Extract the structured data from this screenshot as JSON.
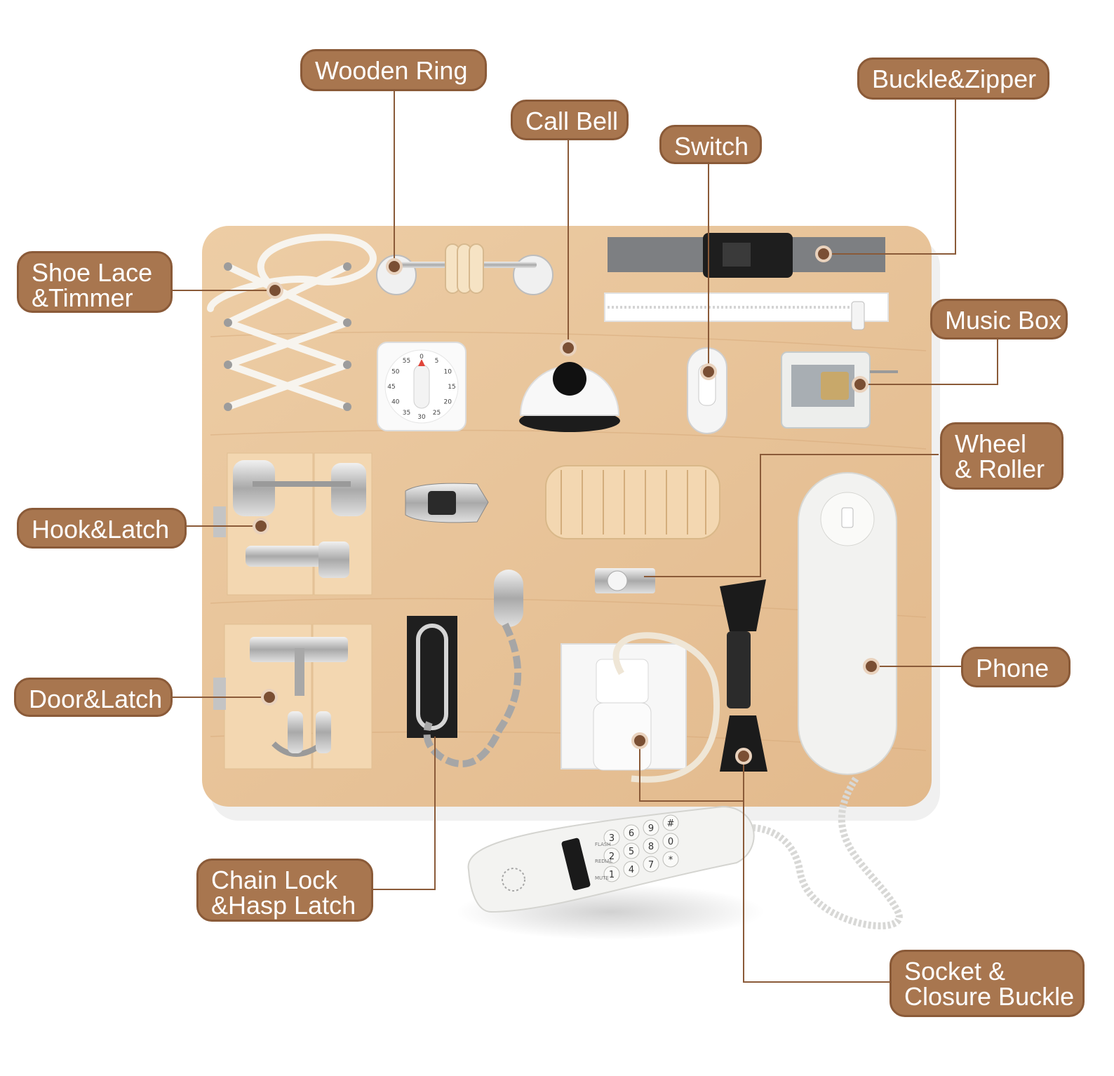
{
  "colors": {
    "label_fill": "#a8764f",
    "label_border": "#8a5a38",
    "leader_line": "#8a5a38",
    "marker_dot": "#7a4f34",
    "board_wood": "#e9c49a",
    "block_wood": "#efd0a8"
  },
  "labels": {
    "wooden_ring": "Wooden Ring",
    "call_bell": "Call Bell",
    "switch": "Switch",
    "buckle_zipper": "Buckle&Zipper",
    "shoe_lace_1": "Shoe Lace",
    "shoe_lace_2": "&Timmer",
    "music_box": "Music Box",
    "wheel_roller_1": "Wheel",
    "wheel_roller_2": "& Roller",
    "hook_latch": "Hook&Latch",
    "door_latch": "Door&Latch",
    "phone": "Phone",
    "chain_lock_1": "Chain Lock",
    "chain_lock_2": "&Hasp Latch",
    "socket_1": "Socket &",
    "socket_2": "Closure Buckle"
  },
  "timer": {
    "ticks": [
      "0",
      "5",
      "10",
      "15",
      "20",
      "25",
      "30",
      "35",
      "40",
      "45",
      "50",
      "55"
    ]
  },
  "phone_keys": [
    "1",
    "2",
    "3",
    "4",
    "5",
    "6",
    "7",
    "8",
    "9",
    "*",
    "0",
    "#"
  ],
  "phone_buttons": [
    "FLASH",
    "REDIAL",
    "MUTE"
  ]
}
